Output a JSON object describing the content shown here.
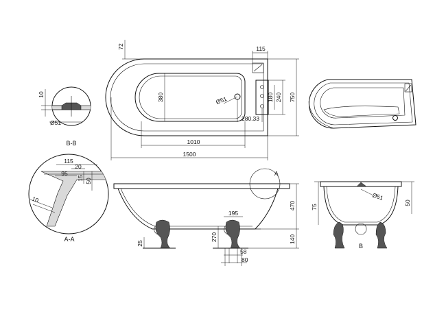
{
  "plan": {
    "dims": {
      "top_offset": "72",
      "overflow_width": "115",
      "overall_width": "750",
      "panel_width": "240",
      "panel_inner": "180",
      "waste_dia": "Ø51",
      "inner_width": "380",
      "tap_offsets": "280.33",
      "inner_length": "1010",
      "overall_length": "1500"
    }
  },
  "detail_bb": {
    "thickness": "10",
    "waste_dia": "Ø51",
    "label": "B-B"
  },
  "detail_aa": {
    "d_115": "115",
    "d_20": "20",
    "d_95": "95",
    "d_15": "15",
    "d_50": "50",
    "d_10": "10",
    "label": "A-A"
  },
  "side": {
    "marker_a": "A",
    "height": "470",
    "foot_height": "140",
    "rim_height": "270",
    "foot_span": "195",
    "foot_clear": "25",
    "foot_width_inner": "58",
    "foot_width_outer": "80"
  },
  "end": {
    "height": "75",
    "rim": "50",
    "waste_dia": "Ø51",
    "marker_b": "B"
  }
}
